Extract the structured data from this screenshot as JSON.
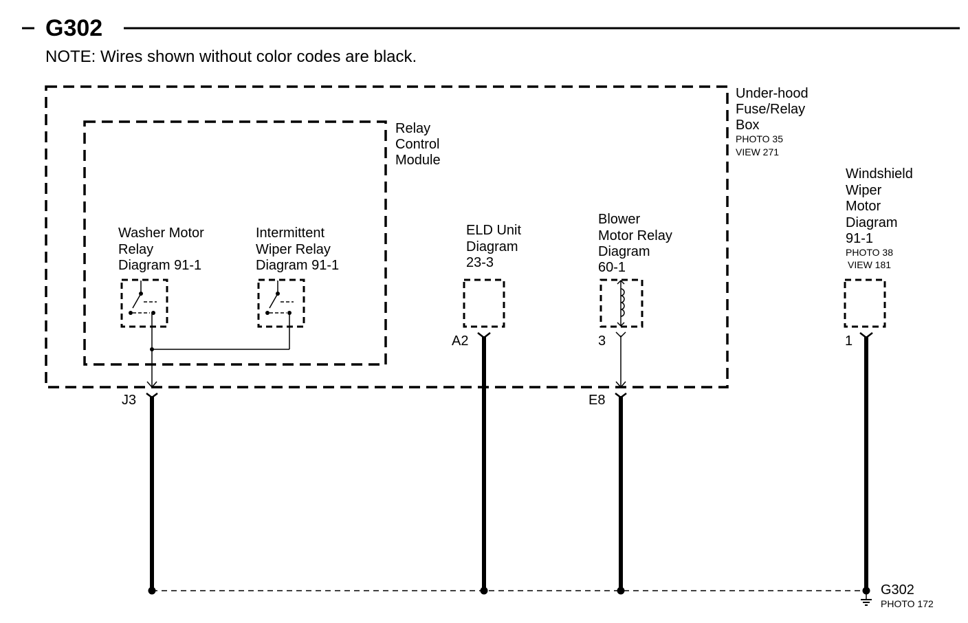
{
  "title": "G302",
  "note": "NOTE: Wires shown without color codes are black.",
  "underhood_box": {
    "lines": [
      "Under-hood",
      "Fuse/Relay",
      "Box"
    ],
    "photo": "PHOTO 35",
    "view": "VIEW 271"
  },
  "relay_module": {
    "lines": [
      "Relay",
      "Control",
      "Module"
    ]
  },
  "washer_relay": {
    "lines": [
      "Washer Motor",
      "Relay",
      "Diagram 91-1"
    ]
  },
  "wiper_relay": {
    "lines": [
      "Intermittent",
      "Wiper Relay",
      "Diagram 91-1"
    ]
  },
  "eld_unit": {
    "lines": [
      "ELD Unit",
      "Diagram",
      "23-3"
    ],
    "pin": "A2"
  },
  "blower_relay": {
    "lines": [
      "Blower",
      "Motor Relay",
      "Diagram",
      "60-1"
    ],
    "pin": "3"
  },
  "wiper_motor": {
    "lines": [
      "Windshield",
      "Wiper",
      "Motor",
      "Diagram",
      "91-1"
    ],
    "photo": "PHOTO 38",
    "view": "VIEW 181",
    "pin": "1"
  },
  "connectors": {
    "j3": "J3",
    "e8": "E8"
  },
  "ground": {
    "label": "G302",
    "photo": "PHOTO 172"
  }
}
